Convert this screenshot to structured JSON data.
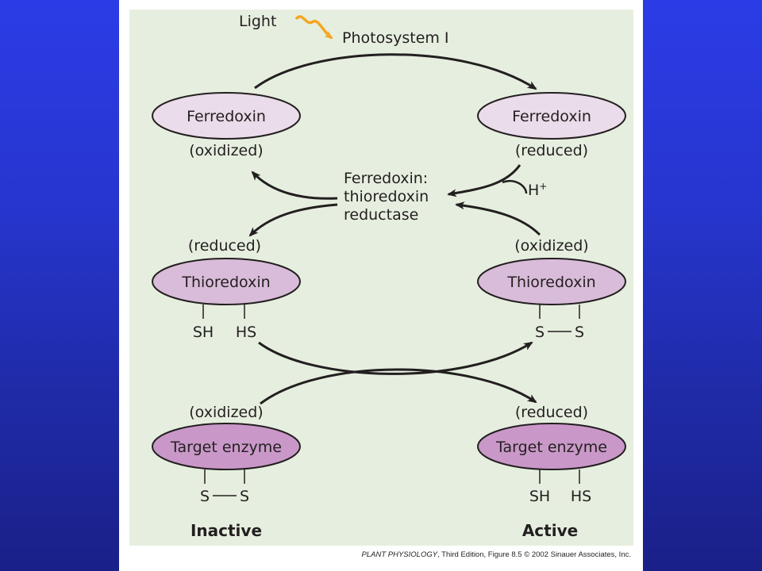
{
  "figure": {
    "light": "Light",
    "photosystem": "Photosystem I",
    "ferredoxin_left": "Ferredoxin",
    "ferredoxin_left_state": "(oxidized)",
    "ferredoxin_right": "Ferredoxin",
    "ferredoxin_right_state": "(reduced)",
    "h_plus": "H",
    "h_plus_sup": "+",
    "ftr_line1": "Ferredoxin:",
    "ftr_line2": "thioredoxin",
    "ftr_line3": "reductase",
    "thioredoxin_left_state": "(reduced)",
    "thioredoxin_left": "Thioredoxin",
    "thioredoxin_right_state": "(oxidized)",
    "thioredoxin_right": "Thioredoxin",
    "thio_left_sh": "SH",
    "thio_left_hs": "HS",
    "thio_right_s1": "S",
    "thio_right_s2": "S",
    "enzyme_left_state": "(oxidized)",
    "enzyme_left": "Target enzyme",
    "enzyme_right_state": "(reduced)",
    "enzyme_right": "Target enzyme",
    "enzyme_left_s1": "S",
    "enzyme_left_s2": "S",
    "enzyme_right_sh": "SH",
    "enzyme_right_hs": "HS",
    "inactive": "Inactive",
    "active": "Active"
  },
  "credit": {
    "book": "PLANT PHYSIOLOGY",
    "rest": ", Third Edition, Figure 8.5  © 2002 Sinauer Associates, Inc."
  },
  "colors": {
    "background": "#2736cf",
    "panel": "#e6efdf",
    "oval_light": "#eadcea",
    "oval_mid": "#d9bcd9",
    "oval_dark": "#c998c8",
    "light_arrow": "#f5a623"
  }
}
